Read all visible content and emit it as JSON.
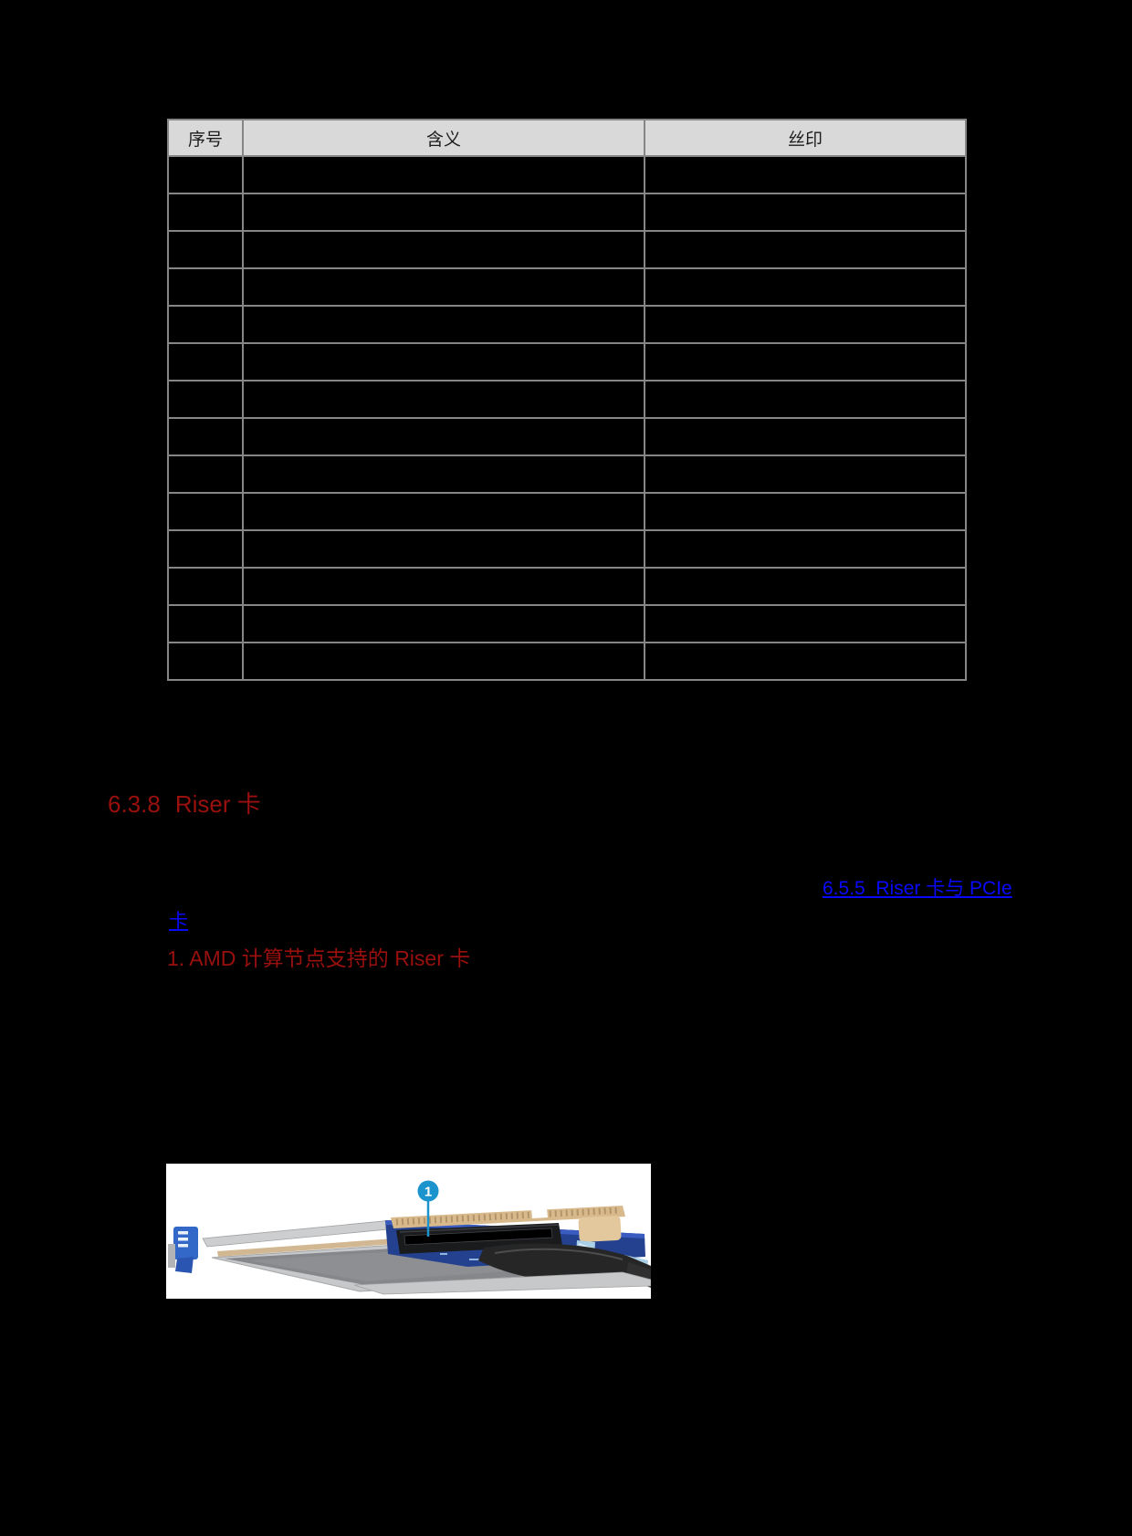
{
  "page": {
    "background": "#000000"
  },
  "table": {
    "headers": [
      "序号",
      "含义",
      "丝印"
    ],
    "empty_row_count": 14,
    "header_bg": "#d9d9d9",
    "border_color": "#868686"
  },
  "section_heading": {
    "number": "6.3.8",
    "title": "Riser 卡",
    "color": "#99100d"
  },
  "paragraph": {
    "link_line1": "6.5.5  Riser 卡与 PCIe",
    "link_line2": "卡",
    "link_color": "#0909ff"
  },
  "subsection_heading": {
    "text": "1. AMD 计算节点支持的 Riser 卡",
    "color": "#99100d"
  },
  "figure": {
    "callout_label": "1",
    "callout_color": "#1b93cc"
  }
}
